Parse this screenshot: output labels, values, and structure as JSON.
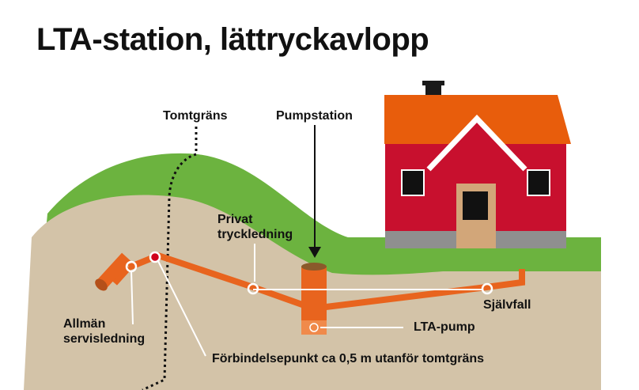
{
  "title": "LTA-station, lättryckavlopp",
  "labels": {
    "property_line": "Tomtgräns",
    "pump_station": "Pumpstation",
    "private_pressure_line_1": "Privat",
    "private_pressure_line_2": "tryckledning",
    "gravity_flow": "Självfall",
    "lta_pump": "LTA-pump",
    "public_service_line_1": "Allmän",
    "public_service_line_2": "servisledning",
    "connection_point": "Förbindelsepunkt ca 0,5 m utanför tomtgräns"
  },
  "colors": {
    "grass": "#6cb33f",
    "soil": "#d3c3a8",
    "pipe": "#e8641e",
    "house_wall": "#c8102e",
    "roof": "#e85d0c",
    "foundation": "#8f8f8f",
    "door": "#d2a679",
    "connection_dot": "#d0021b"
  }
}
